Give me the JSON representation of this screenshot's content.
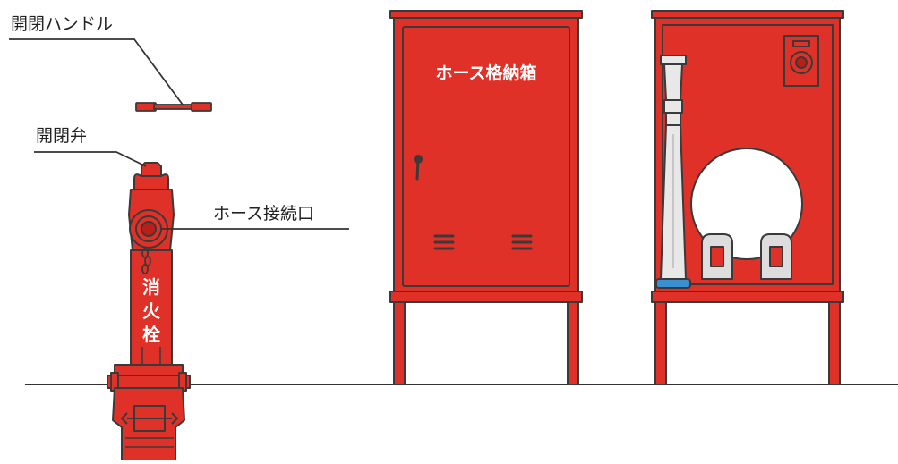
{
  "labels": {
    "handle": "開閉ハンドル",
    "valve": "開閉弁",
    "hose_outlet": "ホース接続口",
    "cabinet_title": "ホース格納箱",
    "hydrant_text": [
      "消",
      "火",
      "栓"
    ]
  },
  "colors": {
    "red": "#e03128",
    "dark_red": "#b71f18",
    "outline": "#3a3a3a",
    "hose_white": "#ffffff",
    "nozzle_gray": "#dddddd",
    "blue_base": "#3a8fd0",
    "ground": "#333333"
  }
}
